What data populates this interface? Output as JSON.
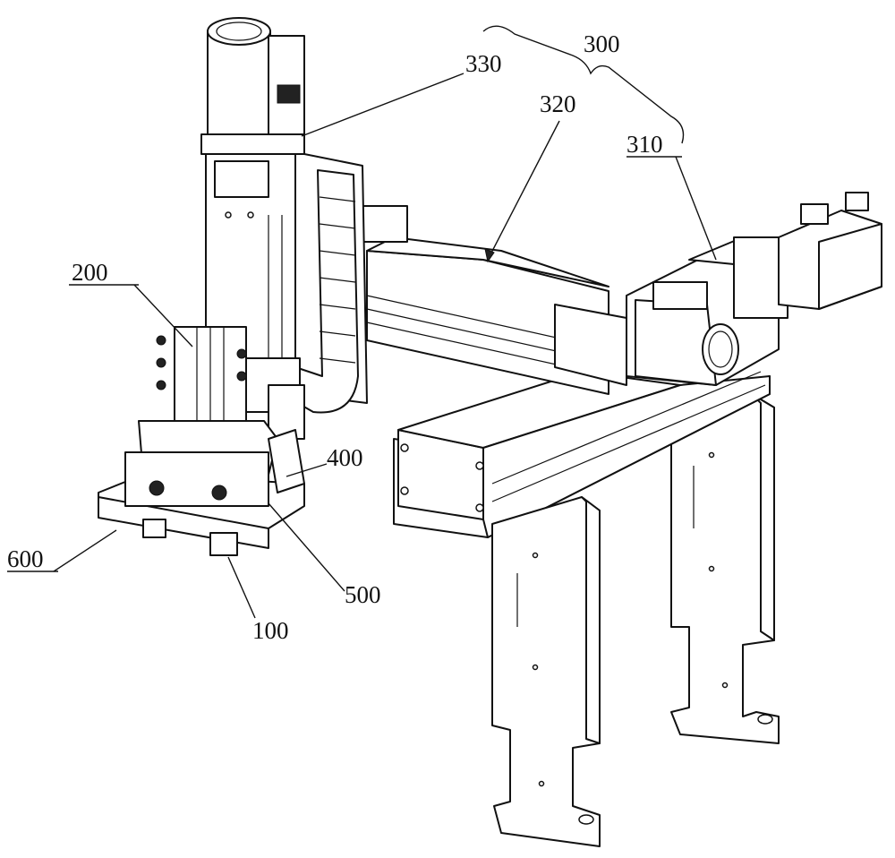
{
  "figure": {
    "labels": {
      "l300": "300",
      "l330": "330",
      "l320": "320",
      "l310": "310",
      "l200": "200",
      "l400": "400",
      "l600": "600",
      "l500": "500",
      "l100": "100"
    }
  }
}
